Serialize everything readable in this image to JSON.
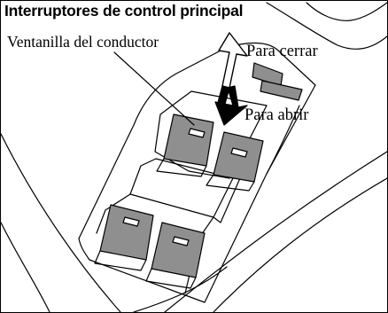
{
  "title": "Interruptores de control principal",
  "labels": {
    "driver_window": "Ventanilla del conductor",
    "close": "Para cerrar",
    "open": "Para abrir"
  },
  "colors": {
    "line": "#000000",
    "switch_fill": "#8f8f8f",
    "background": "#ffffff"
  }
}
